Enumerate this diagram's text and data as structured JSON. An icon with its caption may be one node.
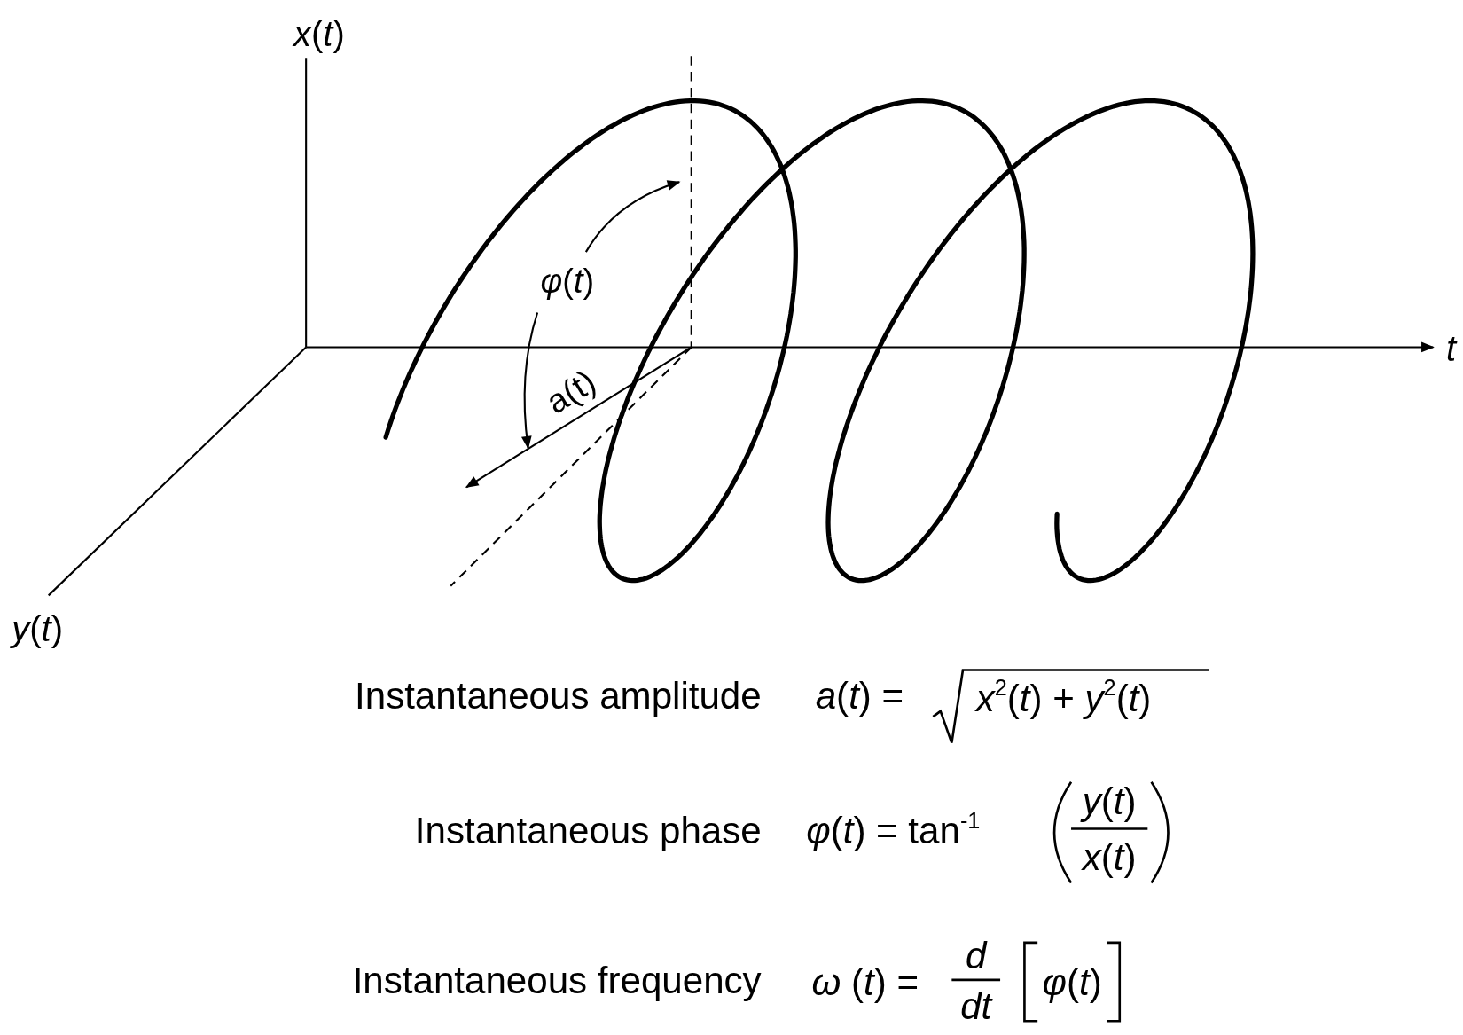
{
  "diagram": {
    "labels": [
      "*x*(*t*)",
      "*t*",
      "*φ*(*t*)",
      "a(t)",
      "*y*(*t*)",
      "Instantaneous amplitude",
      "*a*(*t*) =",
      "*x*$^{2}$(*t*) + *y*$^{2}$(*t*)",
      "Instantaneous phase",
      "*φ*(*t*) = tan$^{-1}$",
      "*y*(*t*)",
      "*x*(*t*)",
      "Instantaneous frequency",
      "*ω* (*t*) =",
      "*d*",
      "*dt*",
      "*φ*(*t*)"
    ]
  }
}
